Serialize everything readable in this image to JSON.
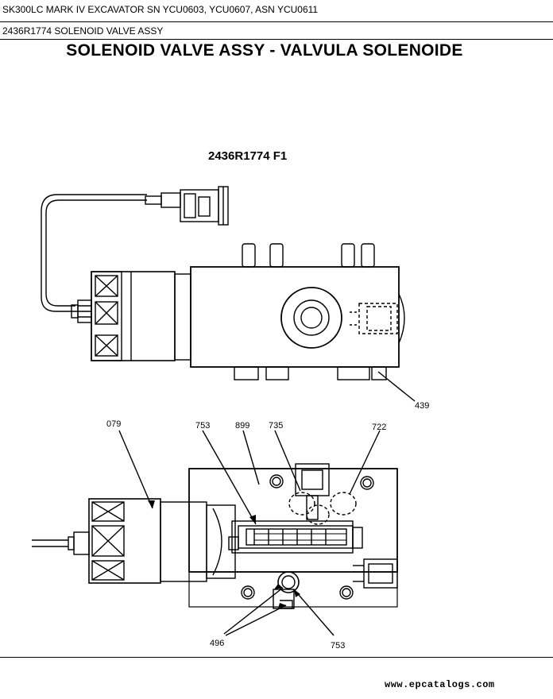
{
  "header": {
    "line1": "SK300LC MARK IV EXCAVATOR SN YCU0603, YCU0607, ASN YCU0611",
    "line2": "2436R1774 SOLENOID VALVE ASSY"
  },
  "title": "SOLENOID VALVE ASSY - VALVULA SOLENOIDE",
  "figure_id": "2436R1774 F1",
  "callouts": {
    "c439": "439",
    "c079": "079",
    "c753a": "753",
    "c899": "899",
    "c735": "735",
    "c722": "722",
    "c496": "496",
    "c753b": "753"
  },
  "footer": "www.epcatalogs.com"
}
